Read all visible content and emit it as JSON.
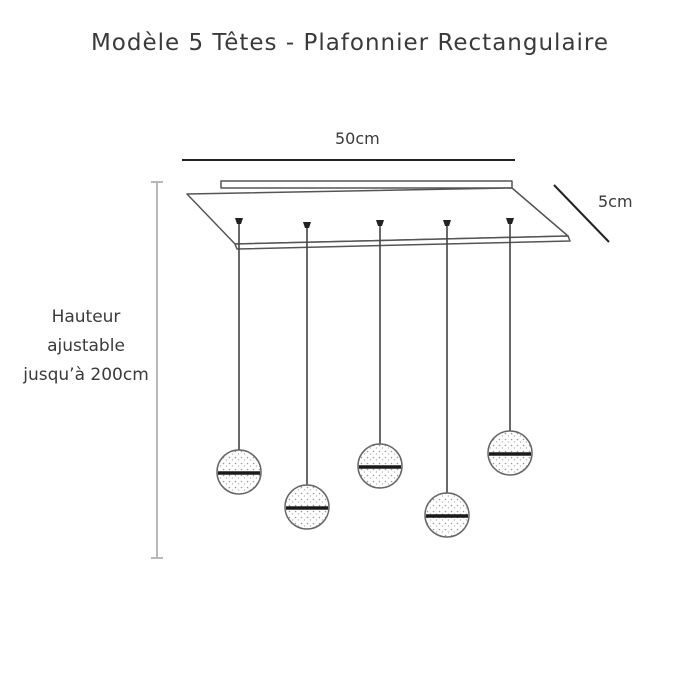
{
  "title": "Modèle 5 Têtes - Plafonnier Rectangulaire",
  "dimensions": {
    "width": "50cm",
    "depth": "5cm",
    "height_lines": [
      "Hauteur",
      "ajustable",
      "jusqu’à 200cm"
    ]
  },
  "pendant_count": 5,
  "colors": {
    "line": "#333333",
    "light_line": "#b8b8b8",
    "text": "#3a3a3a"
  }
}
